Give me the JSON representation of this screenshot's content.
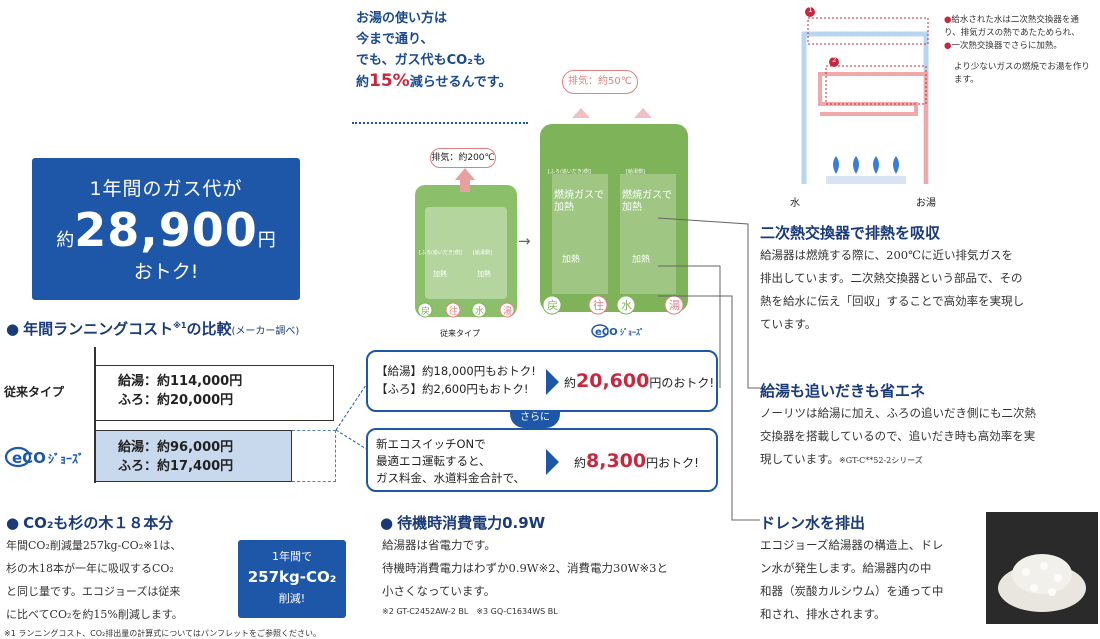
{
  "hero": {
    "line1": "1年間のガス代が",
    "prefix": "約",
    "amount": "28,900",
    "unit": "円",
    "line3": "おトク!"
  },
  "comparison": {
    "heading": "年間ランニングコスト",
    "heading_note": "※1",
    "heading_suffix": "の比較",
    "heading_small": "(メーカー調べ)",
    "rows": [
      {
        "label": "従来タイプ",
        "kyuto": "給湯：約114,000円",
        "furo": "ふろ：約20,000円"
      },
      {
        "label": "ecoジョーズ",
        "kyuto": "給湯：約96,000円",
        "furo": "ふろ：約17,400円"
      }
    ]
  },
  "callout1": {
    "line1": "【給湯】約18,000円もおトク!",
    "line2": "【ふろ】約2,600円もおトク!",
    "pre": "約",
    "amount": "20,600",
    "post": "円のおトク!"
  },
  "sarani": "さらに",
  "callout2": {
    "line1": "新エコスイッチONで",
    "line2": "最適エコ運転すると、",
    "line3": "ガス料金、水道料金合計で、",
    "pre": "約",
    "amount": "8,300",
    "post": "円おトク!"
  },
  "intro": {
    "l1": "お湯の使い方は",
    "l2": "今まで通り、",
    "l3": "でも、ガス代もCO₂も",
    "l4a": "約",
    "l4b": "15%",
    "l4c": "減らせるんです。"
  },
  "diagram": {
    "old_exhaust": "排気：約200℃",
    "new_exhaust": "排気：約50℃",
    "old_caption": "従来タイプ",
    "old_left_tag": "[ふろ(追いだき)側]",
    "old_right_tag": "[給湯側]",
    "heat": "加熱",
    "new_left_tag": "[ふろ(追いだき)側]",
    "new_right_tag": "[給湯側]",
    "gas_heat": "燃焼ガスで加熱",
    "circles": [
      "戻",
      "往",
      "水",
      "湯"
    ]
  },
  "exchanger": {
    "note1": "給水された水は二次熱交換器を通り、排気ガスの熱であたためられ、",
    "note2": "一次熱交換器でさらに加熱。",
    "note3": "より少ないガスの燃焼でお湯を作ります。",
    "water": "水",
    "hot": "お湯",
    "n1": "1",
    "n2": "2"
  },
  "sec_exhaust": {
    "title": "二次熱交換器で排熱を吸収",
    "body": [
      "給湯器は燃焼する際に、200℃に近い排気ガスを",
      "排出しています。二次熱交換器という部品で、その",
      "熱を給水に伝え「回収」することで高効率を実現し",
      "ています。"
    ]
  },
  "sec_oidaki": {
    "title": "給湯も追いだきも省エネ",
    "body": [
      "ノーリツは給湯に加え、ふろの追いだき側にも二次熱",
      "交換器を搭載しているので、追いだき時も高効率を実",
      "現しています。"
    ],
    "note": "※GT-C**52-2シリーズ"
  },
  "sec_drain": {
    "title": "ドレン水を排出",
    "body": [
      "エコジョーズ給湯器の構造上、ドレ",
      "ン水が発生します。給湯器内の中",
      "和器（炭酸カルシウム）を通って中",
      "和され、排水されます。"
    ]
  },
  "sec_standby": {
    "title": "待機時消費電力0.9W",
    "body": [
      "給湯器は省電力です。",
      "待機時消費電力はわずか0.9W※2、消費電力30W※3と",
      "小さくなっています。"
    ],
    "note": "※2 GT-C2452AW-2 BL　※3 GQ-C1634WS BL"
  },
  "sec_co2": {
    "title": "CO₂も杉の木１８本分",
    "body": [
      "年間CO₂削減量257kg-CO₂※1は、",
      "杉の木18本が一年に吸収するCO₂",
      "と同じ量です。エコジョーズは従来",
      "に比べてCO₂を約15%削減します。"
    ],
    "badge": {
      "l1": "1年間で",
      "l2": "257kg-CO₂",
      "l3": "削減!"
    }
  },
  "footnote": "※1 ランニングコスト、CO₂排出量の計算式についてはパンフレットをご参照ください。",
  "logo_text": "eCOジョーズ",
  "colors": {
    "blue": "#1f57a8",
    "green": "#7fb35a",
    "red": "#c8283f",
    "pink": "#e8a0a0"
  }
}
